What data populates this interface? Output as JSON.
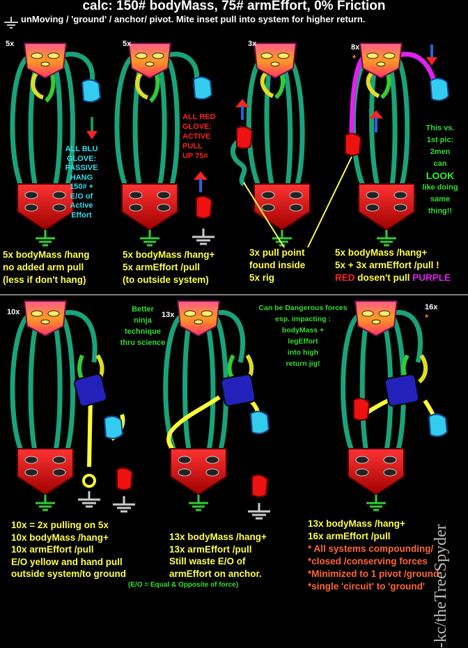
{
  "header": {
    "title": "calc: 150# bodyMass, 75# armEffort, 0% Friction",
    "subtitle": "unMoving / 'ground' / anchor/ pivot.  Mite inset pull into system for higher return."
  },
  "panels": [
    {
      "mult": "5x",
      "caption": [
        "5x bodyMass /hang",
        "no added arm pull",
        "(less if don't hang)"
      ]
    },
    {
      "mult": "5x",
      "caption": [
        "5x bodyMass /hang+",
        "5x armEffort /pull",
        "(to outside system)"
      ]
    },
    {
      "mult": "3x",
      "caption": [
        "3x pull point",
        "found inside",
        "5x rig"
      ]
    },
    {
      "mult": "8x",
      "star": "*",
      "caption": [
        "5x bodyMass /hang+",
        "5x + 3x armEffort /pull !"
      ],
      "caption_red": "RED",
      "caption_mid": " dosen't pull ",
      "caption_purple": "PURPLE"
    },
    {
      "mult": "10x",
      "caption": [
        "10x = 2x pulling on 5x",
        "10x bodyMass /hang+",
        "10x armEffort /pull",
        "E/O yellow and hand pull",
        "outside system/to ground"
      ]
    },
    {
      "mult": "13x",
      "caption": [
        "13x bodyMass /hang+",
        "13x armEffort /pull",
        "Still waste E/O of",
        "armEffort on anchor."
      ]
    },
    {
      "mult": "16x",
      "star": "*",
      "caption": [
        "13x bodyMass /hang+",
        "16x armEffort /pull"
      ],
      "bullets": [
        "*  All systems compounding/",
        "*closed /conserving forces",
        "*Minimized to 1 pivot /ground",
        "*single 'circuit' to 'ground'"
      ]
    }
  ],
  "notes": {
    "blue_glove": [
      "ALL BLU",
      "GLOVE:",
      "PASSIVE",
      "HANG",
      "150# +",
      "E/O of",
      "Active",
      "Effort"
    ],
    "red_glove": [
      "ALL RED",
      "GLOVE:",
      "ACTIVE",
      "PULL",
      "UP 75#"
    ],
    "compare": [
      "This vs.",
      "1st pic:",
      "2men",
      "can"
    ],
    "look": "LOOK",
    "compare2": [
      "like doing",
      "same",
      "thing!!"
    ],
    "ninja": [
      "Better",
      "ninja",
      "technique",
      "thru science"
    ],
    "danger": [
      "Can be Dangerous forces",
      "esp. impacting :",
      "bodyMass +",
      "legEffort",
      "into high",
      "return jig!"
    ],
    "eo": "(E/O = Equal & Opposite of  force)"
  },
  "signature": "-kc/theTreeSpyder",
  "colors": {
    "rope": "#1aa37a",
    "yellow_text": "#ffff44",
    "cyan_text": "#33ddee",
    "red_text": "#ff2222",
    "green_text": "#33dd33",
    "purple": "#dd22ee"
  }
}
